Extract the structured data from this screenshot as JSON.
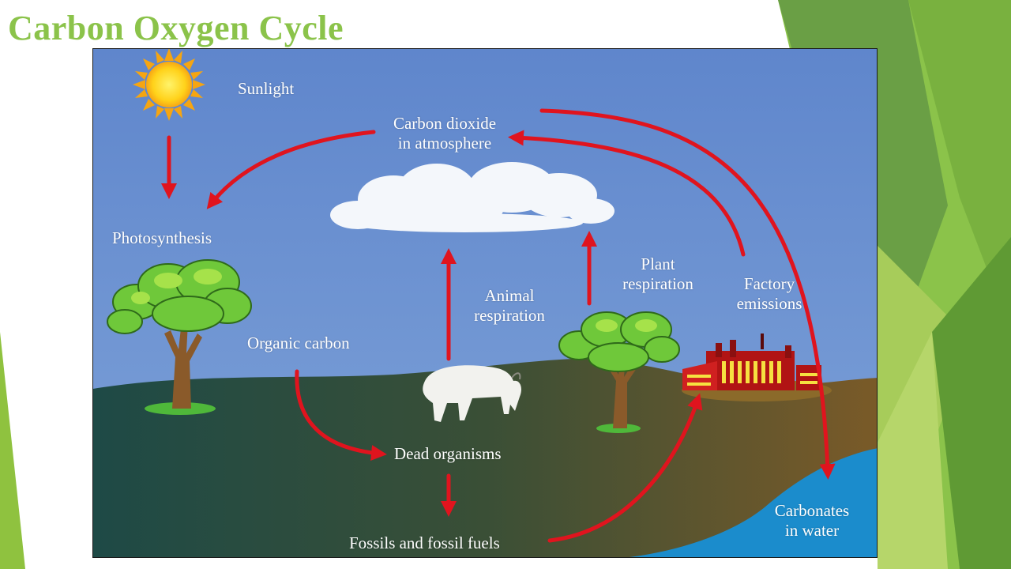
{
  "slide": {
    "title": "Carbon Oxygen Cycle"
  },
  "diagram": {
    "labels": {
      "sunlight": "Sunlight",
      "co2_line1": "Carbon dioxide",
      "co2_line2": "in atmosphere",
      "photosynthesis": "Photosynthesis",
      "plant_resp_line1": "Plant",
      "plant_resp_line2": "respiration",
      "factory_line1": "Factory",
      "factory_line2": "emissions",
      "animal_resp_line1": "Animal",
      "animal_resp_line2": "respiration",
      "organic_carbon": "Organic carbon",
      "dead_organisms": "Dead organisms",
      "fossils": "Fossils and fossil fuels",
      "carbonates_line1": "Carbonates",
      "carbonates_line2": "in water"
    },
    "icons": [
      "sun-icon",
      "cloud-icon",
      "tree-icon",
      "goat-icon",
      "factory-icon",
      "arrow-icon"
    ],
    "colors": {
      "title": "#8bc34a",
      "sky": "#6b8fd0",
      "arrow": "#e0141e",
      "water": "#1e8fd0",
      "ground_left": "#1f4a45",
      "ground_right": "#7a5a2a",
      "deco_green": "#6aa84f"
    }
  }
}
